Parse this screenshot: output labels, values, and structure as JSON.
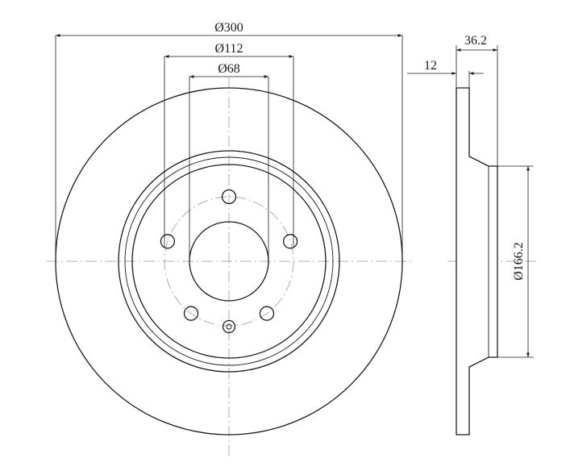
{
  "dimensions": {
    "outer_diameter": "Ø300",
    "bolt_circle_diameter": "Ø112",
    "center_bore_diameter": "Ø68",
    "total_height": "36.2",
    "disc_thickness": "12",
    "hat_diameter": "Ø166.2"
  },
  "colors": {
    "line": "#1a1a1a",
    "center_line": "#9a9a9a",
    "background": "#ffffff"
  }
}
